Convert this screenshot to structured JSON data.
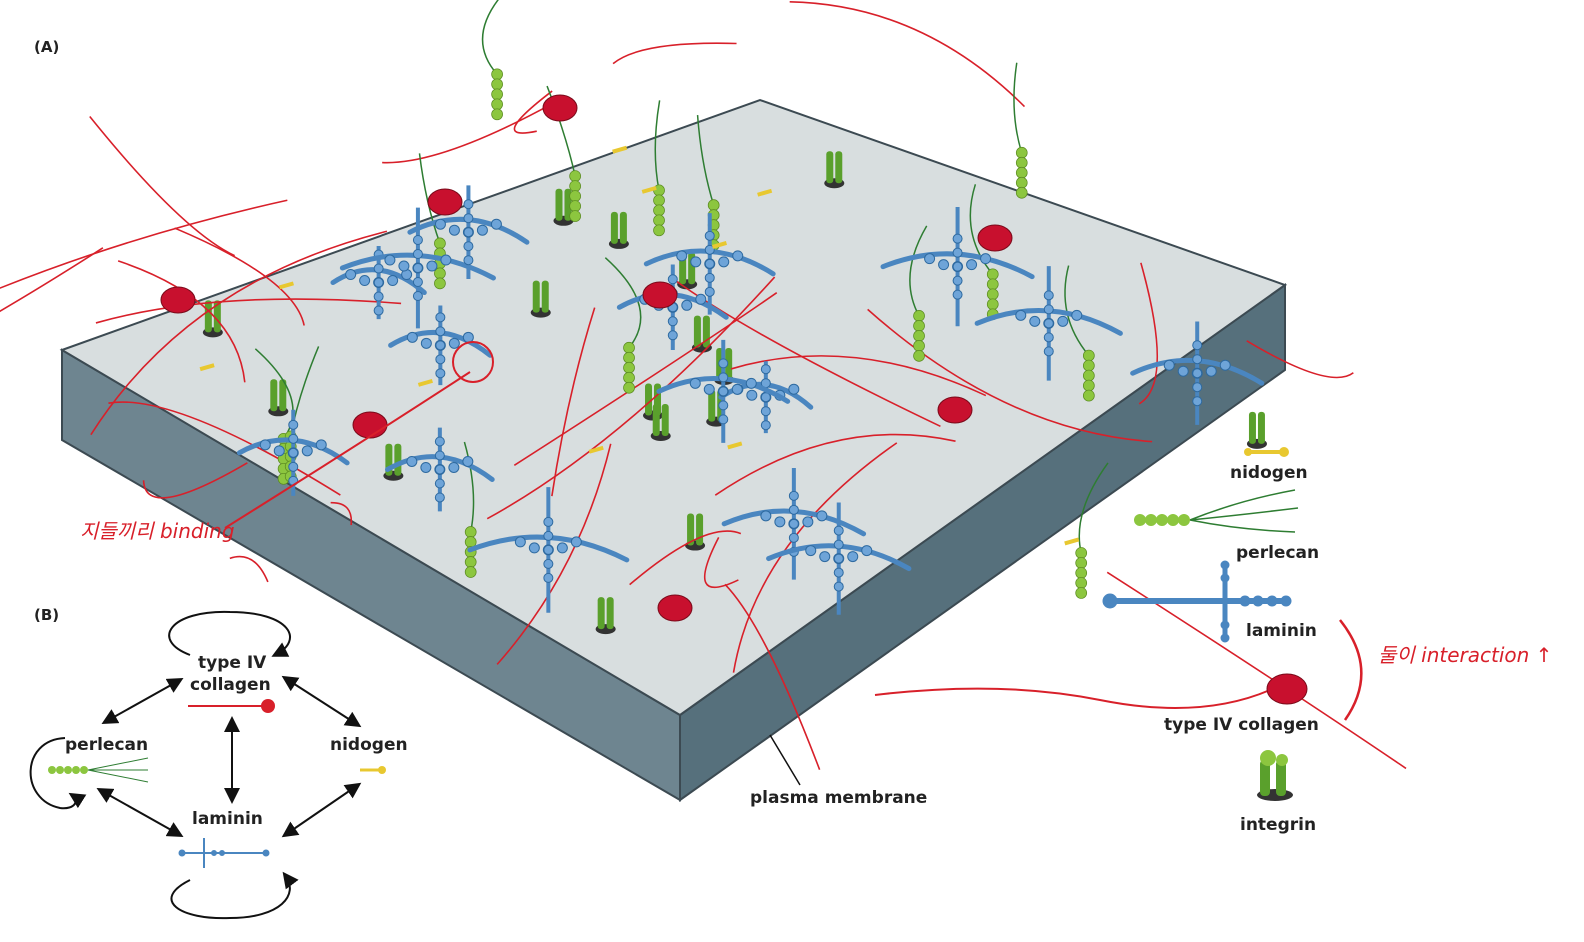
{
  "panels": {
    "a": "(A)",
    "b": "(B)"
  },
  "legend": {
    "nidogen": "nidogen",
    "perlecan": "perlecan",
    "laminin": "laminin",
    "collagen": "type IV collagen",
    "integrin": "integrin"
  },
  "membrane_label": "plasma membrane",
  "network_b": {
    "collagen_line1": "type IV",
    "collagen_line2": "collagen",
    "perlecan": "perlecan",
    "nidogen": "nidogen",
    "laminin": "laminin"
  },
  "annotations": {
    "self_binding": "지들끼리 binding",
    "interaction": "둘이 interaction ↑"
  },
  "colors": {
    "collagen": "#d8202a",
    "laminin": "#4a86c0",
    "perlecan": "#8cc63f",
    "nidogen": "#e8c830",
    "integrin": "#5aa02c"
  }
}
